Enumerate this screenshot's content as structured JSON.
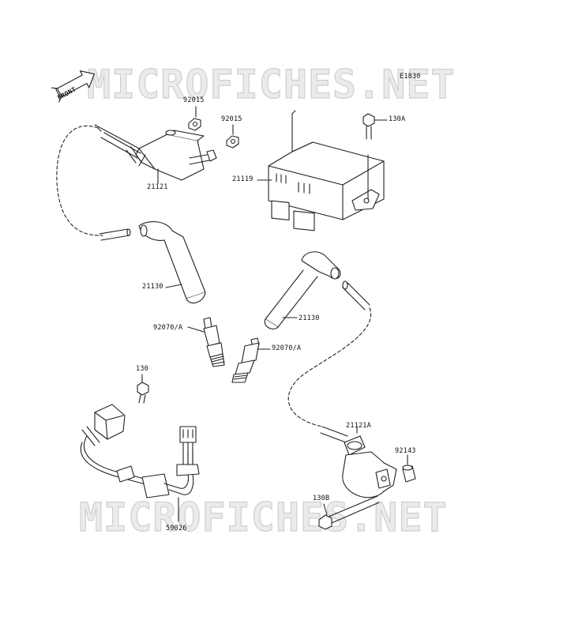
{
  "watermark": {
    "text": "MICROFICHES.NET"
  },
  "diagram_code": "E1830",
  "front_badge": "FRONT",
  "parts": {
    "nut_left": "92015",
    "nut_right": "92015",
    "ignition_coil_top": "21121",
    "igniter_unit": "21119",
    "bolt_igniter": "130A",
    "plug_cap_left": "21130",
    "plug_cap_right": "21130",
    "spark_plug_left": "92070/A",
    "spark_plug_right": "92070/A",
    "bolt_sensor": "130",
    "pickup_sensor": "59026",
    "ignition_coil_bottom": "21121A",
    "spacer": "92143",
    "bolt_coil": "130B"
  }
}
